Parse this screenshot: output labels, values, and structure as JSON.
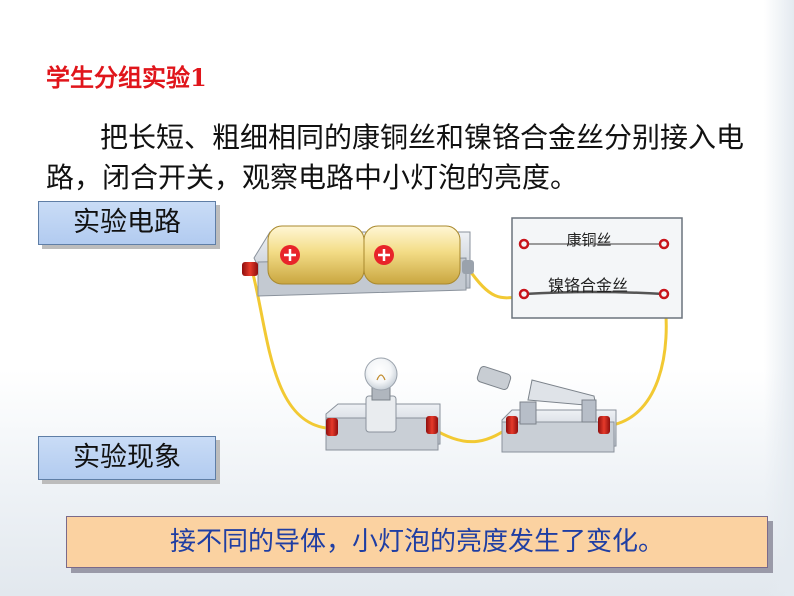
{
  "slide": {
    "title": "学生分组实验1",
    "body": "把长短、粗细相同的康铜丝和镍铬合金丝分别接入电路，闭合开关，观察电路中小灯泡的亮度。",
    "label_circuit": "实验电路",
    "label_phenomenon": "实验现象",
    "conclusion": "接不同的导体，小灯泡的亮度发生了变化。"
  },
  "diagram": {
    "wire_label_top": "康铜丝",
    "wire_label_bottom": "镍铬合金丝"
  },
  "colors": {
    "title": "#e0151b",
    "label_box": "#b9d0f2",
    "conclusion_bg": "#fbd2a1",
    "conclusion_text": "#1f3ea3",
    "wire": "#f2c933"
  }
}
